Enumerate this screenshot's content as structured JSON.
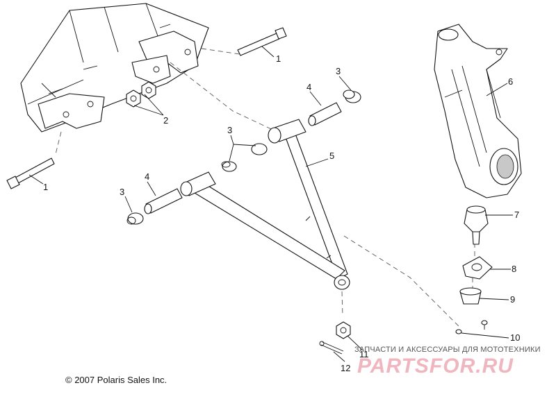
{
  "callouts": [
    "1",
    "1",
    "2",
    "3",
    "3",
    "3",
    "4",
    "4",
    "5",
    "6",
    "7",
    "8",
    "9",
    "10",
    "11",
    "12"
  ],
  "copyright": "© 2007 Polaris Sales Inc.",
  "watermark": {
    "tagline": "ЗАПЧАСТИ И АКСЕССУАРЫ ДЛЯ МОТОТЕХНИКИ",
    "logo": "PARTSFOR.RU"
  }
}
